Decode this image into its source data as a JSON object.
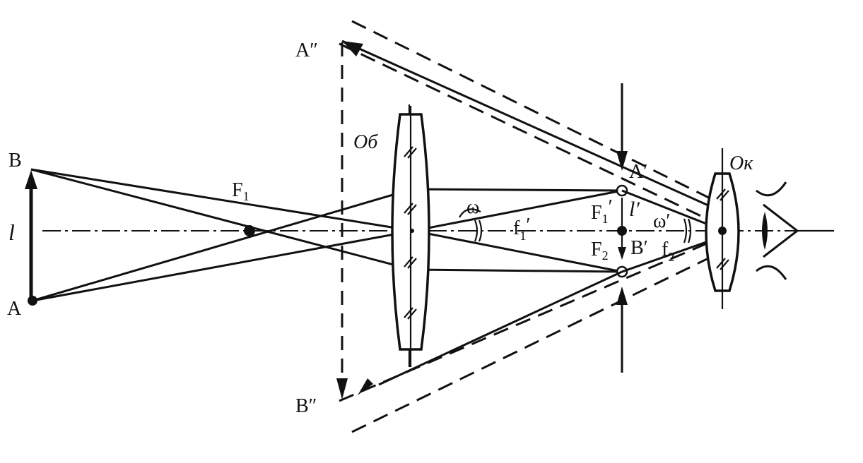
{
  "labels": {
    "A2": "A″",
    "B2": "B″",
    "B": "B",
    "A": "A",
    "l": "l",
    "F1": "F",
    "F1_sub": "1",
    "ob": "Об",
    "omega": "ω",
    "f1": "f",
    "f1_sub": "1",
    "f1_prime": "′",
    "A1": "A′",
    "F1b": "F",
    "F1b_sub": "1",
    "F1b_prime": "′",
    "l_prime": "l′",
    "F2": "F",
    "F2_sub": "2",
    "B1": "B′",
    "omega_prime": "ω′",
    "f2": "f",
    "f2_sub": "2",
    "ok": "Ок"
  }
}
